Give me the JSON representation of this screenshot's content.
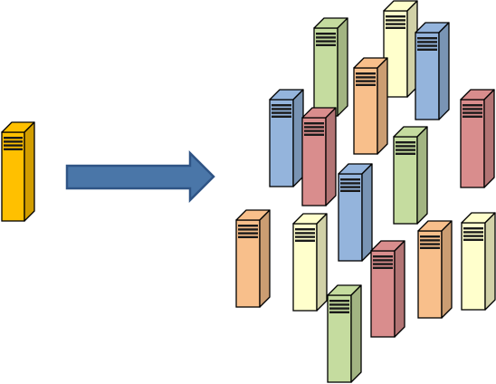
{
  "colors": {
    "single_server": "#ffc000",
    "arrow_fill": "#4a76a8",
    "arrow_stroke": "#2f5485",
    "outline": "#000000",
    "green": "#c5dc9f",
    "yellow": "#ffffcc",
    "blue": "#94b4dc",
    "orange": "#f8bf8b",
    "red": "#d98d8d"
  },
  "diagram": {
    "source": {
      "icon": "server-tower-icon",
      "color_key": "single_server"
    },
    "connector": {
      "icon": "right-arrow-icon",
      "color_key": "arrow_fill"
    },
    "cluster": {
      "icon": "server-tower-icon",
      "servers": [
        {
          "color_key": "yellow"
        },
        {
          "color_key": "green"
        },
        {
          "color_key": "blue"
        },
        {
          "color_key": "orange"
        },
        {
          "color_key": "blue"
        },
        {
          "color_key": "red"
        },
        {
          "color_key": "red"
        },
        {
          "color_key": "green"
        },
        {
          "color_key": "blue"
        },
        {
          "color_key": "orange"
        },
        {
          "color_key": "yellow"
        },
        {
          "color_key": "orange"
        },
        {
          "color_key": "yellow"
        },
        {
          "color_key": "red"
        },
        {
          "color_key": "green"
        }
      ]
    }
  }
}
